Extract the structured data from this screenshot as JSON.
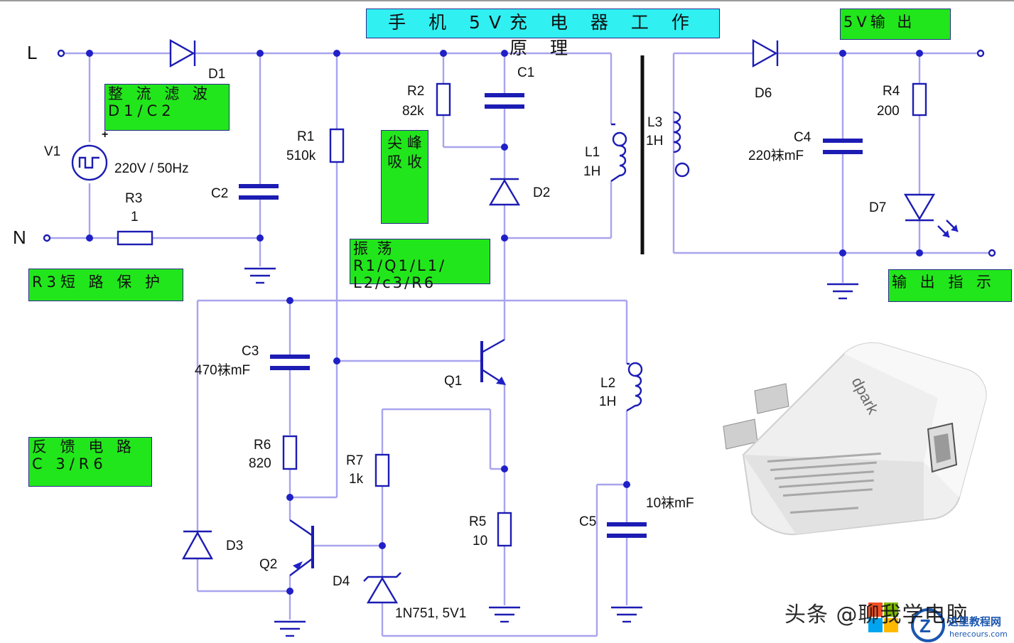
{
  "title": "手 机 5V充 电 器 工 作 原 理",
  "terminals": {
    "live": "L",
    "neutral": "N"
  },
  "annotation_boxes": {
    "rectify": "整 流 滤 波 D1/C2",
    "spike": "尖 峰 吸 收",
    "oscillate": "振 荡 R1/Q1/L1/ L2/c3/R6",
    "protect": "R3短 路 保 护",
    "feedback": "反 馈 电 路 C 3/R6",
    "output": "5V输 出",
    "indicator": "输 出 指 示"
  },
  "components": {
    "V1": {
      "name": "V1",
      "value": "220V / 50Hz"
    },
    "R3": {
      "name": "R3",
      "value": "1"
    },
    "D1": {
      "name": "D1"
    },
    "C2": {
      "name": "C2"
    },
    "R1": {
      "name": "R1",
      "value": "510k"
    },
    "R2": {
      "name": "R2",
      "value": "82k"
    },
    "C1": {
      "name": "C1"
    },
    "D2": {
      "name": "D2"
    },
    "L1": {
      "name": "L1",
      "value": "1H"
    },
    "L3": {
      "name": "L3",
      "value": "1H"
    },
    "D6": {
      "name": "D6"
    },
    "C4": {
      "name": "C4",
      "value": "220袜mF"
    },
    "R4": {
      "name": "R4",
      "value": "200"
    },
    "D7": {
      "name": "D7"
    },
    "C3": {
      "name": "C3",
      "value": "470袜mF"
    },
    "Q1": {
      "name": "Q1"
    },
    "L2": {
      "name": "L2",
      "value": "1H"
    },
    "R6": {
      "name": "R6",
      "value": "820"
    },
    "R7": {
      "name": "R7",
      "value": "1k"
    },
    "R5": {
      "name": "R5",
      "value": "10"
    },
    "C5": {
      "name": "C5",
      "value": "10袜mF"
    },
    "D3": {
      "name": "D3"
    },
    "Q2": {
      "name": "Q2"
    },
    "D4": {
      "name": "D4",
      "value": "1N751, 5V1"
    }
  },
  "photo": {
    "brand_text": "dpark",
    "icon": "usb-charger-photo"
  },
  "watermark": {
    "text": "头条 @聊我学电脑",
    "site_name": "这里教程网",
    "site_url": "herecours.com"
  },
  "colors": {
    "wire": "#a8a4ee",
    "component": "#1c1cb4",
    "box_green": "#22e61c",
    "title_cyan": "#30f0f2"
  }
}
